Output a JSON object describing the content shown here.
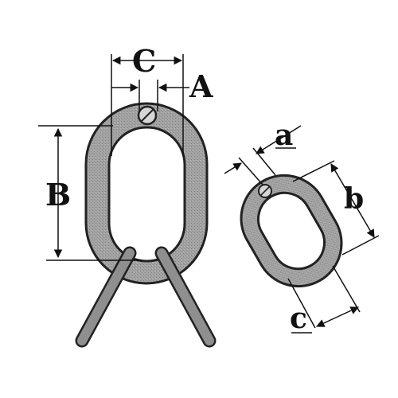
{
  "diagram": {
    "labels": {
      "C": "C",
      "A": "A",
      "B": "B",
      "a": "a",
      "b": "b",
      "c": "c"
    },
    "colors": {
      "link_fill": "#9a9a9a",
      "link_stroke": "#222222",
      "background": "#ffffff",
      "dimension_line": "#111111"
    }
  }
}
